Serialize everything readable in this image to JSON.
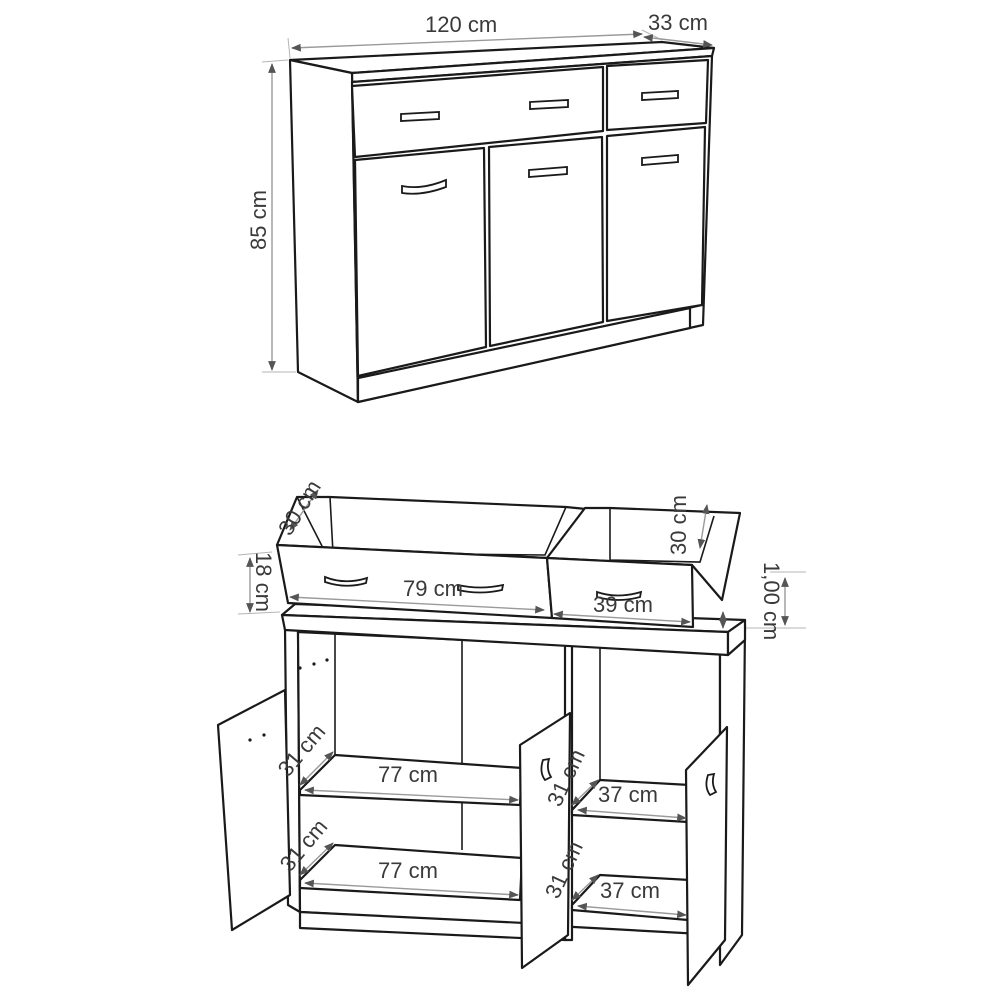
{
  "top_view": {
    "width": "120 cm",
    "depth": "33 cm",
    "height": "85 cm"
  },
  "open_view": {
    "drawer_large_depth": "30 cm",
    "drawer_height": "18 cm",
    "drawer_large_width": "79 cm",
    "drawer_small_depth": "30 cm",
    "drawer_small_width": "39 cm",
    "top_thickness": "1,00 cm",
    "left_upper_shelf_depth": "31 cm",
    "left_upper_shelf_width": "77 cm",
    "left_lower_shelf_depth": "31 cm",
    "left_lower_shelf_width": "77 cm",
    "right_upper_shelf_depth": "31 cm",
    "right_upper_shelf_width": "37 cm",
    "right_lower_shelf_depth": "31 cm",
    "right_lower_shelf_width": "37 cm"
  },
  "colors": {
    "line": "#1a1a1a",
    "dimension": "#9a9a9a",
    "arrow": "#555555"
  }
}
